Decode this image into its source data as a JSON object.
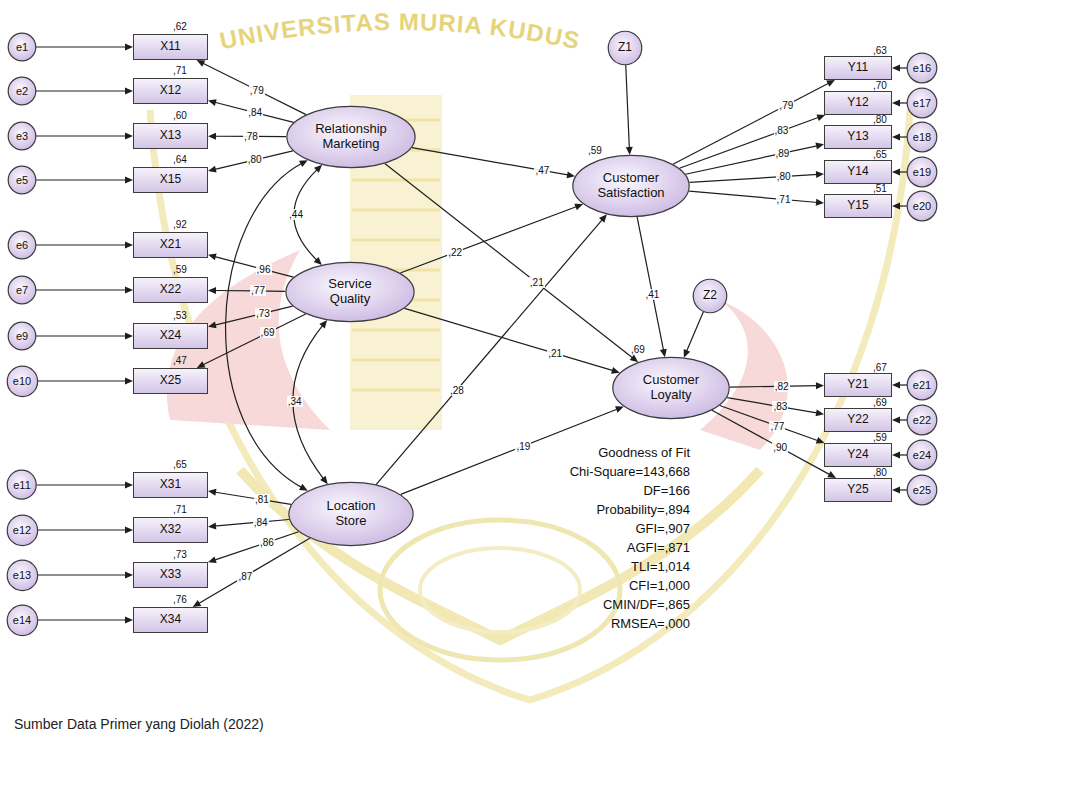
{
  "diagram": {
    "caption": "Sumber Data Primer yang Diolah (2022)",
    "nodes": [
      {
        "text": [
          "e1"
        ]
      },
      {
        "text": [
          "e2"
        ]
      },
      {
        "text": [
          "e3"
        ]
      },
      {
        "text": [
          "e5"
        ]
      },
      {
        "text": [
          "e6"
        ]
      },
      {
        "text": [
          "e7"
        ]
      },
      {
        "text": [
          "e9"
        ]
      },
      {
        "text": [
          "e10"
        ]
      },
      {
        "text": [
          "e11"
        ]
      },
      {
        "text": [
          "e12"
        ]
      },
      {
        "text": [
          "e13"
        ]
      },
      {
        "text": [
          "e14"
        ]
      },
      {
        "text": [
          "X11"
        ]
      },
      {
        "text": [
          "X12"
        ]
      },
      {
        "text": [
          "X13"
        ]
      },
      {
        "text": [
          "X15"
        ]
      },
      {
        "text": [
          "X21"
        ]
      },
      {
        "text": [
          "X22"
        ]
      },
      {
        "text": [
          "X24"
        ]
      },
      {
        "text": [
          "X25"
        ]
      },
      {
        "text": [
          "X31"
        ]
      },
      {
        "text": [
          "X32"
        ]
      },
      {
        "text": [
          "X33"
        ]
      },
      {
        "text": [
          "X34"
        ]
      },
      {
        "text": [
          "Relationship Marketing"
        ]
      },
      {
        "text": [
          "Service Quality"
        ]
      },
      {
        "text": [
          "Location Store"
        ]
      },
      {
        "text": [
          "Z1"
        ]
      },
      {
        "text": [
          "Customer Satisfaction"
        ]
      },
      {
        "text": [
          "Z2"
        ]
      },
      {
        "text": [
          "Customer Loyalty"
        ]
      },
      {
        "text": [
          "Y11"
        ]
      },
      {
        "text": [
          "Y12"
        ]
      },
      {
        "text": [
          "Y13"
        ]
      },
      {
        "text": [
          "Y14"
        ]
      },
      {
        "text": [
          "Y15"
        ]
      },
      {
        "text": [
          "Y21"
        ]
      },
      {
        "text": [
          "Y22"
        ]
      },
      {
        "text": [
          "Y24"
        ]
      },
      {
        "text": [
          "Y25"
        ]
      },
      {
        "text": [
          "e16"
        ]
      },
      {
        "text": [
          "e17"
        ]
      },
      {
        "text": [
          "e18"
        ]
      },
      {
        "text": [
          "e19"
        ]
      },
      {
        "text": [
          "e20"
        ]
      },
      {
        "text": [
          "e21"
        ]
      },
      {
        "text": [
          "e22"
        ]
      },
      {
        "text": [
          "e24"
        ]
      },
      {
        "text": [
          "e25"
        ]
      }
    ],
    "edges": [
      {
        "from": 0,
        "to": 12,
        "arrow": "to"
      },
      {
        "from": 1,
        "to": 13,
        "arrow": "to"
      },
      {
        "from": 2,
        "to": 14,
        "arrow": "to"
      },
      {
        "from": 3,
        "to": 15,
        "arrow": "to"
      },
      {
        "from": 4,
        "to": 16,
        "arrow": "to"
      },
      {
        "from": 5,
        "to": 17,
        "arrow": "to"
      },
      {
        "from": 6,
        "to": 18,
        "arrow": "to"
      },
      {
        "from": 7,
        "to": 19,
        "arrow": "to"
      },
      {
        "from": 8,
        "to": 20,
        "arrow": "to"
      },
      {
        "from": 9,
        "to": 21,
        "arrow": "to"
      },
      {
        "from": 10,
        "to": 22,
        "arrow": "to"
      },
      {
        "from": 11,
        "to": 23,
        "arrow": "to"
      },
      {
        "from": 24,
        "to": 12,
        "label": ",79",
        "arrow": "to"
      },
      {
        "from": 24,
        "to": 13,
        "label": ",84",
        "arrow": "to"
      },
      {
        "from": 24,
        "to": 14,
        "label": ",78",
        "arrow": "to"
      },
      {
        "from": 24,
        "to": 15,
        "label": ",80",
        "arrow": "to"
      },
      {
        "from": 25,
        "to": 16,
        "label": ",96",
        "arrow": "to"
      },
      {
        "from": 25,
        "to": 17,
        "label": ",77",
        "arrow": "to"
      },
      {
        "from": 25,
        "to": 18,
        "label": ",73",
        "arrow": "to"
      },
      {
        "from": 25,
        "to": 19,
        "label": ",69",
        "arrow": "to"
      },
      {
        "from": 26,
        "to": 20,
        "label": ",81",
        "arrow": "to"
      },
      {
        "from": 26,
        "to": 21,
        "label": ",84",
        "arrow": "to"
      },
      {
        "from": 26,
        "to": 22,
        "label": ",86",
        "arrow": "to"
      },
      {
        "from": 26,
        "to": 23,
        "label": ",87",
        "arrow": "to"
      },
      {
        "from": 28,
        "to": 31,
        "label": ",79",
        "arrow": "to"
      },
      {
        "from": 28,
        "to": 32,
        "label": ",83",
        "arrow": "to"
      },
      {
        "from": 28,
        "to": 33,
        "label": ",89",
        "arrow": "to"
      },
      {
        "from": 28,
        "to": 34,
        "label": ",80",
        "arrow": "to"
      },
      {
        "from": 28,
        "to": 35,
        "label": ",71",
        "arrow": "to"
      },
      {
        "from": 30,
        "to": 36,
        "label": ",82",
        "arrow": "to"
      },
      {
        "from": 30,
        "to": 37,
        "label": ",83",
        "arrow": "to"
      },
      {
        "from": 30,
        "to": 38,
        "label": ",77",
        "arrow": "to"
      },
      {
        "from": 30,
        "to": 39,
        "label": ",90",
        "arrow": "to"
      },
      {
        "from": 40,
        "to": 31,
        "arrow": "to"
      },
      {
        "from": 41,
        "to": 32,
        "arrow": "to"
      },
      {
        "from": 42,
        "to": 33,
        "arrow": "to"
      },
      {
        "from": 43,
        "to": 34,
        "arrow": "to"
      },
      {
        "from": 44,
        "to": 35,
        "arrow": "to"
      },
      {
        "from": 45,
        "to": 36,
        "arrow": "to"
      },
      {
        "from": 46,
        "to": 37,
        "arrow": "to"
      },
      {
        "from": 47,
        "to": 38,
        "arrow": "to"
      },
      {
        "from": 48,
        "to": 39,
        "arrow": "to"
      },
      {
        "from": 27,
        "to": 28,
        "arrow": "to"
      },
      {
        "from": 29,
        "to": 30,
        "arrow": "to"
      },
      {
        "from": 24,
        "to": 28,
        "label": ",47",
        "arrow": "to"
      },
      {
        "from": 24,
        "to": 30,
        "label": ",21",
        "arrow": "to"
      },
      {
        "from": 25,
        "to": 28,
        "label": ",22",
        "arrow": "to"
      },
      {
        "from": 25,
        "to": 30,
        "label": ",21",
        "arrow": "to"
      },
      {
        "from": 26,
        "to": 28,
        "label": ",28",
        "arrow": "to"
      },
      {
        "from": 26,
        "to": 30,
        "label": ",19",
        "arrow": "to"
      },
      {
        "from": 28,
        "to": 30,
        "label": ",41",
        "arrow": "to"
      },
      {
        "from": 24,
        "to": 25,
        "label": ",44",
        "arrow": "both"
      },
      {
        "from": 25,
        "to": 26,
        "label": ",34",
        "arrow": "both"
      },
      {
        "from": 24,
        "to": 26,
        "arrow": "both"
      }
    ],
    "labels": [
      ",62",
      ",71",
      ",60",
      ",64",
      ",92",
      ",59",
      ",53",
      ",47",
      ",65",
      ",71",
      ",73",
      ",76",
      ",59",
      ",69",
      ",63",
      ",70",
      ",80",
      ",65",
      ",51",
      ",67",
      ",69",
      ",59",
      ",80",
      "Goodness of Fit",
      "Chi-Square=143,668",
      "DF=166",
      "Probability=,894",
      "GFI=,907",
      "AGFI=,871",
      "TLI=1,014",
      "CFI=1,000",
      "CMIN/DF=,865",
      "RMSEA=,000",
      "UNIVERSITAS MURIA KUDUS"
    ]
  }
}
